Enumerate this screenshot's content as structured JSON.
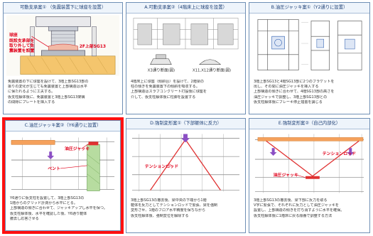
{
  "panels": [
    {
      "title": "可動支承案① （免震装置下に球座を設置）",
      "labels": [
        "球座",
        "既設支承部を",
        "取り外して免",
        "震装置を設置"
      ],
      "caption_small": "2F上部SG13",
      "desc": [
        "免震装置の下に球座を設けて、3階上部SG13部の",
        "振りの変化が生じても免震装置と上部構造は水平",
        "に保たれるように工夫する。",
        "  仮支柱解体後に、免震装置と3階上部SG13架構",
        "の間隙にプレートを挿入する"
      ]
    },
    {
      "title": "A.可動支承案②（4階床上に球座を設置）",
      "captions": [
        "X3通り断面(図)",
        "X11,X12通り断面(図)"
      ],
      "desc": [
        "4階床上に球座（傾斜台）を設けて、2階梁の",
        "柱の傾きを免震装置下の傾斜を吸収する。",
        "上部構造はスラブコンクリート打設後に球座を",
        "介して、仮支柱解体後に柱脚を設置する"
      ]
    },
    {
      "title": "B.油圧ジャッキ案①（Y2通りに設置）",
      "desc": [
        "3階上部SG13と4階SG13部に2つのブラケットを",
        "出し、その間に油圧ジャッキを挿入する",
        "上部構造の傾きに合わせて、4階SG13部の高さを",
        "油圧ジャッキで調整し、3階上部SG13部との",
        "仮支柱解体後にブレーキ停止措置を講じる"
      ]
    },
    {
      "title": "C.油圧ジャッキ案②（Y6通りに設置）",
      "labels": [
        "油圧ジャッキ",
        "ベント"
      ],
      "desc": [
        "Y6通りに仮支柱を設置して、3階上部SG13の",
        "1階からのグリッド計測から水平にとる。",
        "上部構造の傾きに合わせて、ジャッキアップし水平を保つ。",
        "仮支柱解体後、水平を確認した後、Y6通り躯体",
        "撤去し応答させる"
      ]
    },
    {
      "title": "D.強制変形案①（下部躯体に反力）",
      "labels": [
        "テンションロッド"
      ],
      "desc": [
        "3階上部SG13の撤去後、梁中央の下端から1階",
        "躯体を反力としてテンションロッドで緊張、梁を強制",
        "変形させ、1階のフロア水平精度を保ちながら",
        "仮支柱解体後、強制変位を解除する"
      ]
    },
    {
      "title": "E.強制変形案②（自己内部化）",
      "labels": [
        "テンションロッド",
        "油圧ジャッキ"
      ],
      "desc": [
        "3階上部SG13の撤去後、梁下部に反力を取る",
        "V字に緊張で、それぞれに反力として油圧ジャッキを",
        "設置し、上部構造の傾きを打ち消すように水平を確保。",
        "仮支柱解体後に1階床に戻る順番で調整する方法"
      ]
    }
  ]
}
